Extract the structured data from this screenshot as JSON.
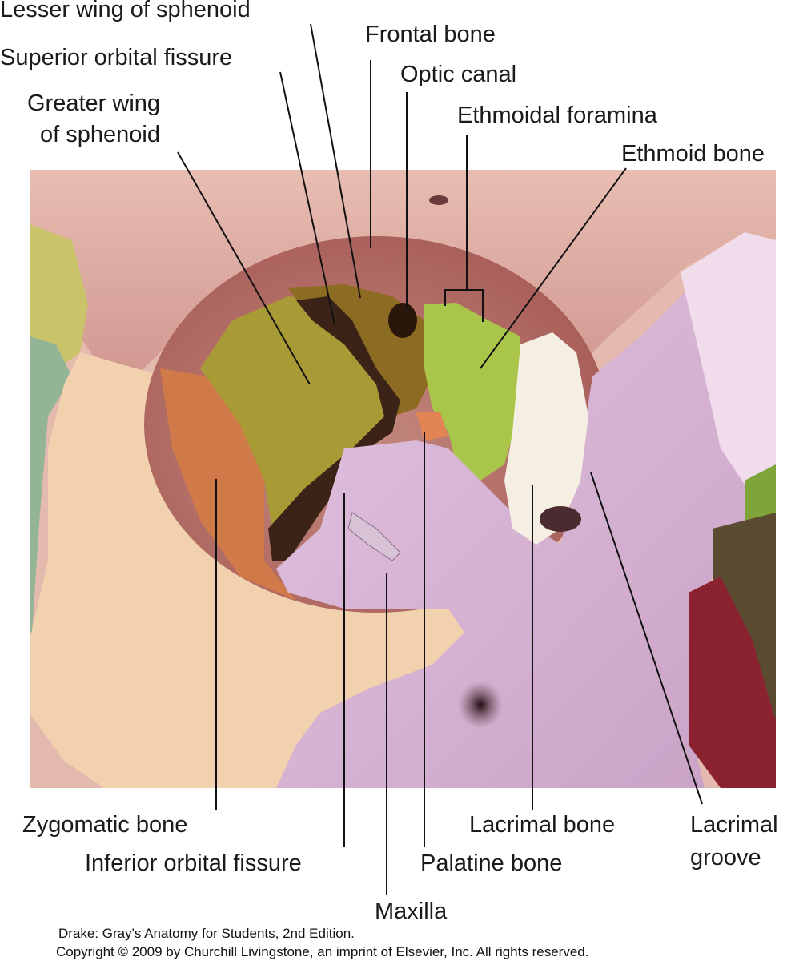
{
  "labels": {
    "lesser_wing": "Lesser wing of sphenoid",
    "frontal_bone": "Frontal bone",
    "superior_orbital_fissure": "Superior orbital fissure",
    "optic_canal": "Optic canal",
    "greater_wing_line1": "Greater wing",
    "greater_wing_line2": "of sphenoid",
    "ethmoidal_foramina": "Ethmoidal foramina",
    "ethmoid_bone": "Ethmoid bone",
    "zygomatic_bone": "Zygomatic bone",
    "inferior_orbital_fissure": "Inferior orbital fissure",
    "maxilla": "Maxilla",
    "palatine_bone": "Palatine bone",
    "lacrimal_bone": "Lacrimal bone",
    "lacrimal_groove_line1": "Lacrimal",
    "lacrimal_groove_line2": "groove"
  },
  "credits": {
    "line1": "Drake: Gray's Anatomy for Students, 2nd Edition.",
    "line2": "Copyright © 2009 by Churchill Livingstone, an imprint of Elsevier, Inc. All rights reserved."
  },
  "bone_colors": {
    "frontal": "#d9a39c",
    "greater_wing_sphenoid": "#9a8a2a",
    "lesser_wing_sphenoid": "#8a6a22",
    "ethmoid": "#a8c448",
    "lacrimal": "#f3ece0",
    "zygomatic": "#f0cfa8",
    "maxilla": "#d8b4d4",
    "palatine": "#d87a4a",
    "fissure": "#3a2418"
  }
}
